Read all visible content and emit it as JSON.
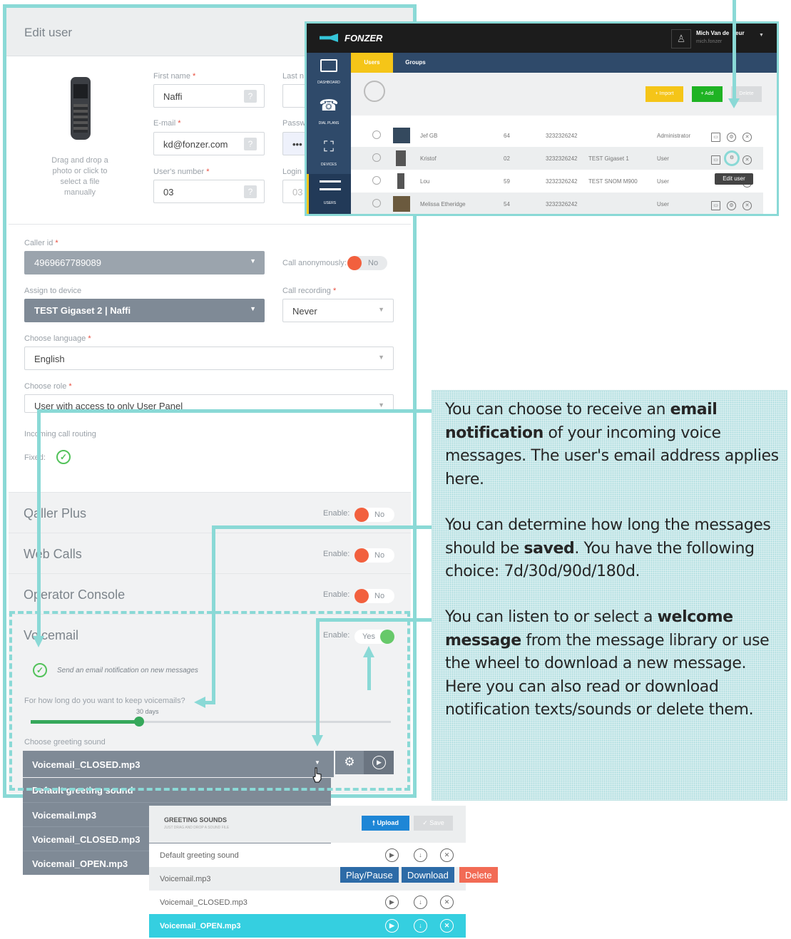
{
  "edit_user": {
    "title": "Edit user",
    "photo_hint": "Drag and drop a photo or click to select a file manually",
    "first_name_label": "First name",
    "first_name": "Naffi",
    "last_name_label": "Last n",
    "email_label": "E-mail",
    "email": "kd@fonzer.com",
    "password_label": "Passw",
    "password": "•••",
    "users_number_label": "User's number",
    "users_number": "03",
    "login_label": "Login",
    "login": "03",
    "help": "?",
    "req": "*",
    "caller_id_label": "Caller id",
    "caller_id": "4969667789089",
    "call_anon_label": "Call anonymously:",
    "call_anon": "No",
    "assign_label": "Assign to device",
    "assign": "TEST Gigaset 2 | Naffi",
    "recording_label": "Call recording",
    "recording": "Never",
    "lang_label": "Choose language",
    "lang": "English",
    "role_label": "Choose role",
    "role": "User with access to only User Panel",
    "routing_label": "Incoming call routing",
    "fixed_label": "Fixed:",
    "enable_label": "Enable:",
    "sections": [
      {
        "title": "Qaller Plus",
        "state": "No"
      },
      {
        "title": "Web Calls",
        "state": "No"
      },
      {
        "title": "Operator Console",
        "state": "No"
      },
      {
        "title": "Voicemail",
        "state": "Yes"
      }
    ],
    "vm_email": "Send an email notification on new messages",
    "vm_keep_q": "For how long do you want to keep voicemails?",
    "vm_keep_value": "30 days",
    "vm_keep_fraction": 0.3,
    "greeting_label": "Choose greeting sound",
    "greeting_selected": "Voicemail_CLOSED.mp3",
    "greeting_options": [
      "Default greeting sound",
      "Voicemail.mp3",
      "Voicemail_CLOSED.mp3",
      "Voicemail_OPEN.mp3"
    ]
  },
  "fonzer": {
    "brand": "FONZER",
    "user_name": "Mich Van de   .eur",
    "user_sub": "mich.fonzer",
    "nav": [
      "DASHBOARD",
      "DIAL PLANS",
      "DEVICES",
      "USERS"
    ],
    "tabs": [
      "Users",
      "Groups"
    ],
    "import": "+ Import",
    "add": "+ Add",
    "delete": "Delete",
    "tooltip": "Edit user",
    "rows": [
      {
        "name": "Jef GB",
        "num": "64",
        "phone": "3232326242",
        "device": "",
        "role": "Administrator"
      },
      {
        "name": "Kristof",
        "num": "02",
        "phone": "3232326242",
        "device": "TEST Gigaset 1",
        "role": "User"
      },
      {
        "name": "Lou",
        "num": "59",
        "phone": "3232326242",
        "device": "TEST SNOM M900",
        "role": "User"
      },
      {
        "name": "Melissa Etheridge",
        "num": "54",
        "phone": "3232326242",
        "device": "",
        "role": "User"
      }
    ]
  },
  "callout": {
    "p1a": "You can choose to receive an ",
    "p1b": "email notification",
    "p1c": " of your incoming voice messages. The user's email address applies here.",
    "p2a": "You can determine how long the messages should be ",
    "p2b": "saved",
    "p2c": ". You have the following choice: 7d/30d/90d/180d.",
    "p3a": "You can listen to or select a ",
    "p3b": "welcome message",
    "p3c": " from the message library or use the wheel to download a new message. Here you can also read or download notification texts/sounds or delete them."
  },
  "greeting_panel": {
    "title": "GREETING SOUNDS",
    "subtitle": "JUST DRAG AND DROP A SOUND FILE",
    "upload": "Upload",
    "save": "Save",
    "rows": [
      "Default greeting sound",
      "Voicemail.mp3",
      "Voicemail_CLOSED.mp3",
      "Voicemail_OPEN.mp3"
    ],
    "tips": [
      "Play/Pause",
      "Download",
      "Delete"
    ]
  },
  "colors": {
    "accent": "#8ad9d6",
    "toggle_off": "#f2603e",
    "toggle_on": "#67c96a",
    "fonzer_yellow": "#f5c518",
    "fonzer_green": "#1fb324",
    "fonzer_nav": "#2f4a6a",
    "highlight_row": "#35cfe0"
  }
}
